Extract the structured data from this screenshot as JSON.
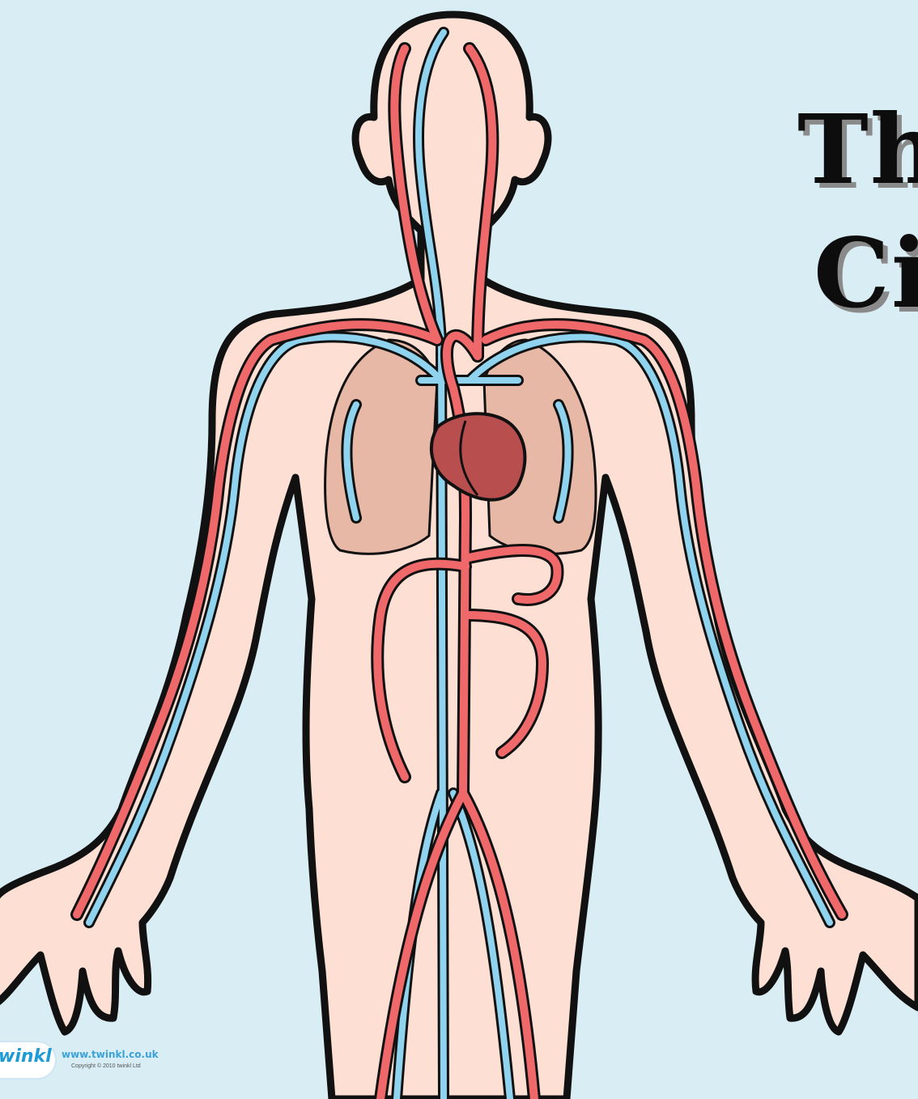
{
  "title": {
    "line1": "Th",
    "line2": "Ci"
  },
  "logo": {
    "brand": "winkl",
    "url": "www.twinkl.co.uk",
    "copyright": "Copyright © 2010 twinkl Ltd"
  },
  "colors": {
    "background": "#d9edf5",
    "skin": "#fde0d3",
    "outline": "#111111",
    "artery": "#f0696a",
    "vein": "#8fd3ee",
    "lung": "#e8b8a6",
    "heart": "#b84e4e"
  }
}
